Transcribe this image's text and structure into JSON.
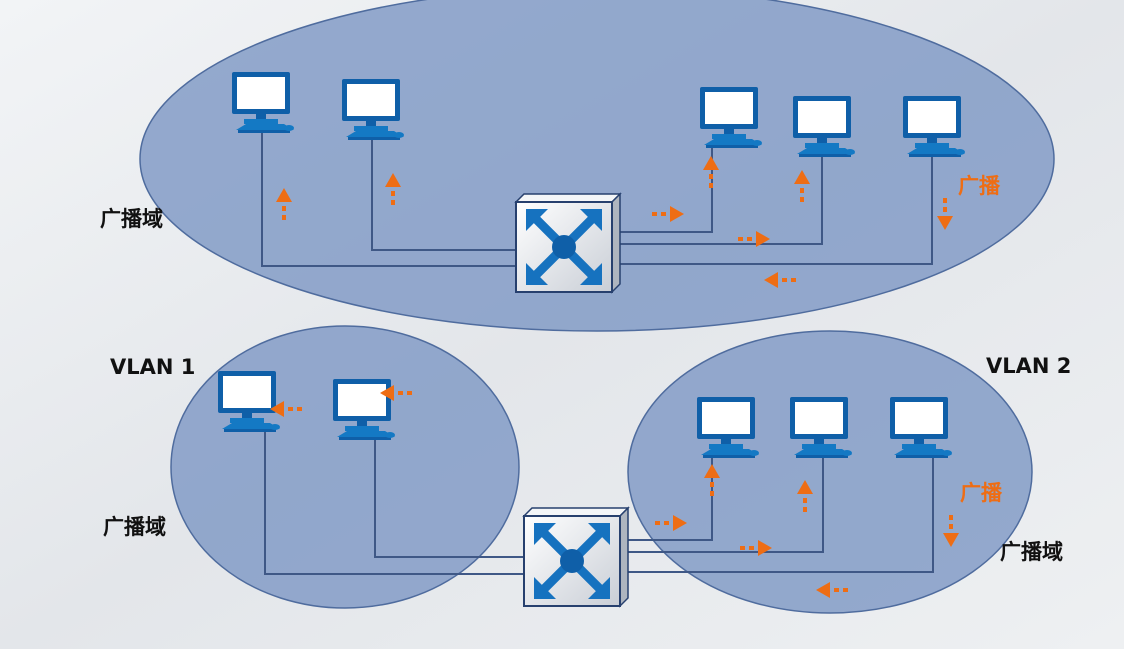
{
  "top": {
    "domain_label": "广播域",
    "broadcast_label": "广播"
  },
  "bottom": {
    "vlan1": {
      "title": "VLAN 1",
      "domain_label": "广播域"
    },
    "vlan2": {
      "title": "VLAN 2",
      "domain_label": "广播域",
      "broadcast_label": "广播"
    }
  },
  "colors": {
    "ellipse_fill": "#7f98c4",
    "ellipse_stroke": "#4f6c9e",
    "arrow": "#ee6d14",
    "screen": "#1479c4",
    "cable": "#3f5886",
    "switch_icon": "#1672bf",
    "label": "#111111",
    "broadcast_text": "#ee6d14"
  },
  "icons": {
    "pc": "computer-icon",
    "switch": "switch-icon"
  }
}
